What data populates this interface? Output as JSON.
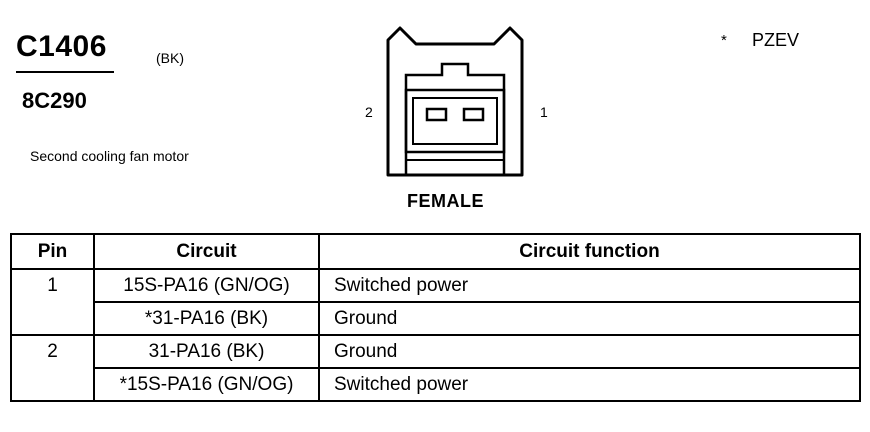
{
  "header": {
    "connector_id": "C1406",
    "color_code": "(BK)",
    "part_number": "8C290",
    "description": "Second cooling fan motor",
    "note_symbol": "*",
    "note_text": "PZEV"
  },
  "diagram": {
    "pin_left_label": "2",
    "pin_right_label": "1",
    "gender_label": "FEMALE"
  },
  "table": {
    "headers": [
      "Pin",
      "Circuit",
      "Circuit function"
    ],
    "rows": [
      {
        "pin": "1",
        "circuit": "15S-PA16 (GN/OG)",
        "function": "Switched power"
      },
      {
        "pin": "",
        "circuit": "*31-PA16 (BK)",
        "function": "Ground"
      },
      {
        "pin": "2",
        "circuit": "31-PA16 (BK)",
        "function": "Ground"
      },
      {
        "pin": "",
        "circuit": "*15S-PA16 (GN/OG)",
        "function": "Switched power"
      }
    ]
  }
}
